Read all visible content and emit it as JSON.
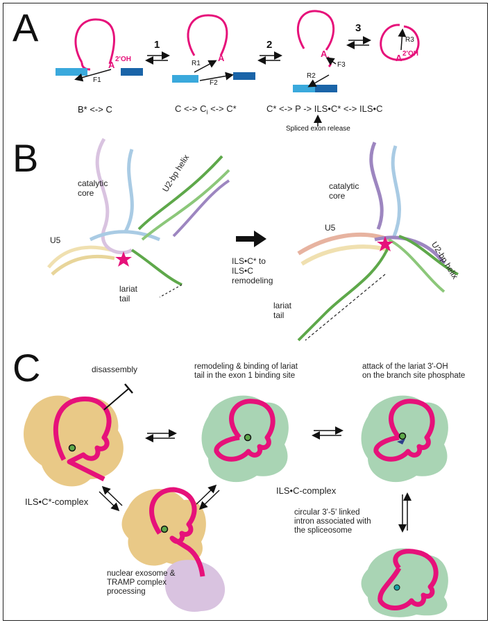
{
  "panels": {
    "a": "A",
    "b": "B",
    "c": "C"
  },
  "panel_a": {
    "steps": [
      "1",
      "2",
      "3"
    ],
    "branch_a": "A",
    "branch_oh": "2'OH",
    "arrows": {
      "f1": "F1",
      "r1": "R1",
      "f2": "F2",
      "f3": "F3",
      "r2": "R2",
      "r3": "R3"
    },
    "states": {
      "s1": "B* <-> C",
      "s2_pre": "C <-> C",
      "s2_sub": "i",
      "s2_post": " <-> C*",
      "s3": "C* <-> P -> ILS•C* <-> ILS•C"
    },
    "exon_release": "Spliced exon release"
  },
  "panel_b": {
    "left": {
      "catalytic": "catalytic",
      "core": "core",
      "u2": "U2-bp helix",
      "u5": "U5",
      "lariat": "lariat",
      "tail": "tail"
    },
    "arrow_label": [
      "ILS•C* to",
      "ILS•C",
      "remodeling"
    ],
    "right": {
      "catalytic": "catalytic",
      "core": "core",
      "u5": "U5",
      "u2": "U2-bp helix",
      "lariat": "lariat",
      "tail": "tail"
    }
  },
  "panel_c": {
    "disassembly": "disassembly",
    "remodeling": [
      "remodeling & binding of lariat",
      "tail in the exon 1 binding site"
    ],
    "attack": [
      "attack of the lariat 3'-OH",
      "on the branch site phosphate"
    ],
    "ils_cstar": "ILS•C*-complex",
    "ils_c": "ILS•C-complex",
    "circular": [
      "circular 3'-5' linked",
      "intron associated with",
      "the spliceosome"
    ],
    "exosome": [
      "nuclear exosome &",
      "TRAMP complex",
      "processing"
    ]
  },
  "colors": {
    "pink": "#e6117a",
    "light_blue": "#3aa9dc",
    "dark_blue": "#1a64a8",
    "gold": "#e9c987",
    "mint": "#a9d4b4",
    "lilac": "#d9c3e0",
    "green": "#5ea84a",
    "purple": "#9d86c0",
    "sky": "#a9cbe4",
    "salmon": "#e7b3a0",
    "cream": "#f0e0b0"
  }
}
